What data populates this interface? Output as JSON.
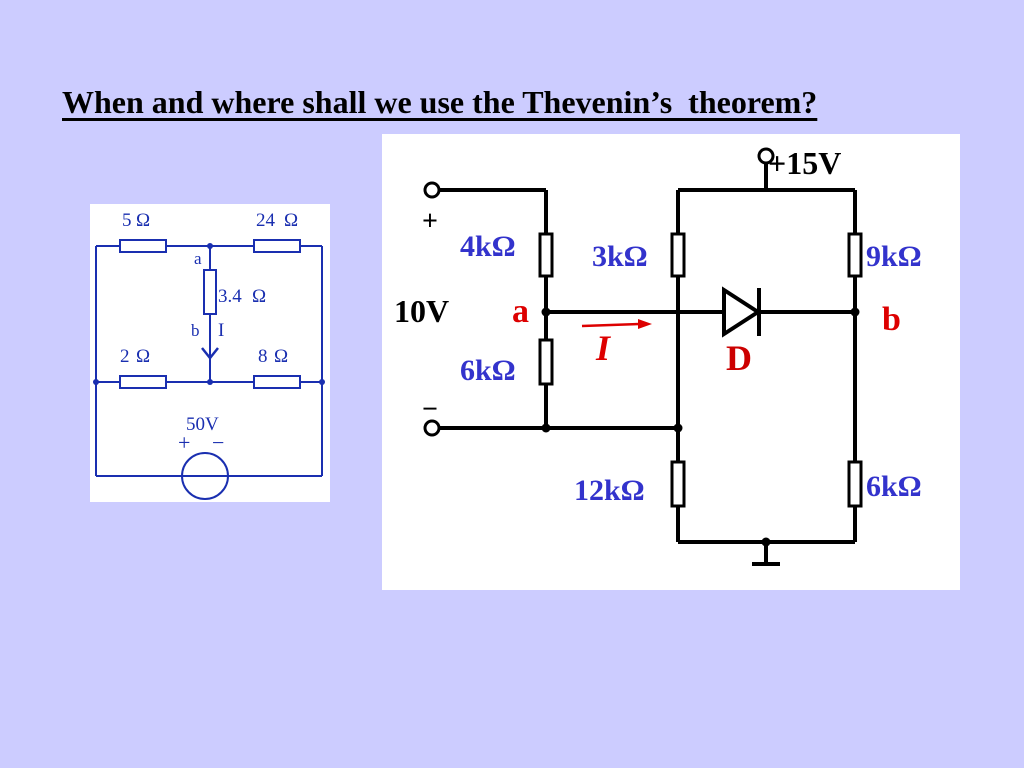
{
  "slide": {
    "title": "When and where shall we use the Thevenin’s  theorem?",
    "background_color": "#ccccff"
  },
  "left_circuit": {
    "wire_color": "#1a2fb0",
    "r_top_left": "5",
    "r_top_right": "24",
    "r_middle": "3.4",
    "r_bottom_left": "2",
    "r_bottom_right": "8",
    "omega": "Ω",
    "node_a": "a",
    "node_b": "b",
    "current": "I",
    "source": "50V",
    "plus": "+",
    "minus": "−"
  },
  "right_circuit": {
    "wire_color": "#000000",
    "resistor_label_color": "#3333cc",
    "node_label_color": "#dd0000",
    "diode_label_color": "#cc0000",
    "supply": "+15V",
    "input_voltage": "10V",
    "input_plus": "+",
    "input_minus": "−",
    "r1": "4kΩ",
    "r2": "6kΩ",
    "r3": "3kΩ",
    "r4": "12kΩ",
    "r5": "9kΩ",
    "r6": "6kΩ",
    "node_a": "a",
    "node_b": "b",
    "current": "I",
    "diode": "D"
  }
}
